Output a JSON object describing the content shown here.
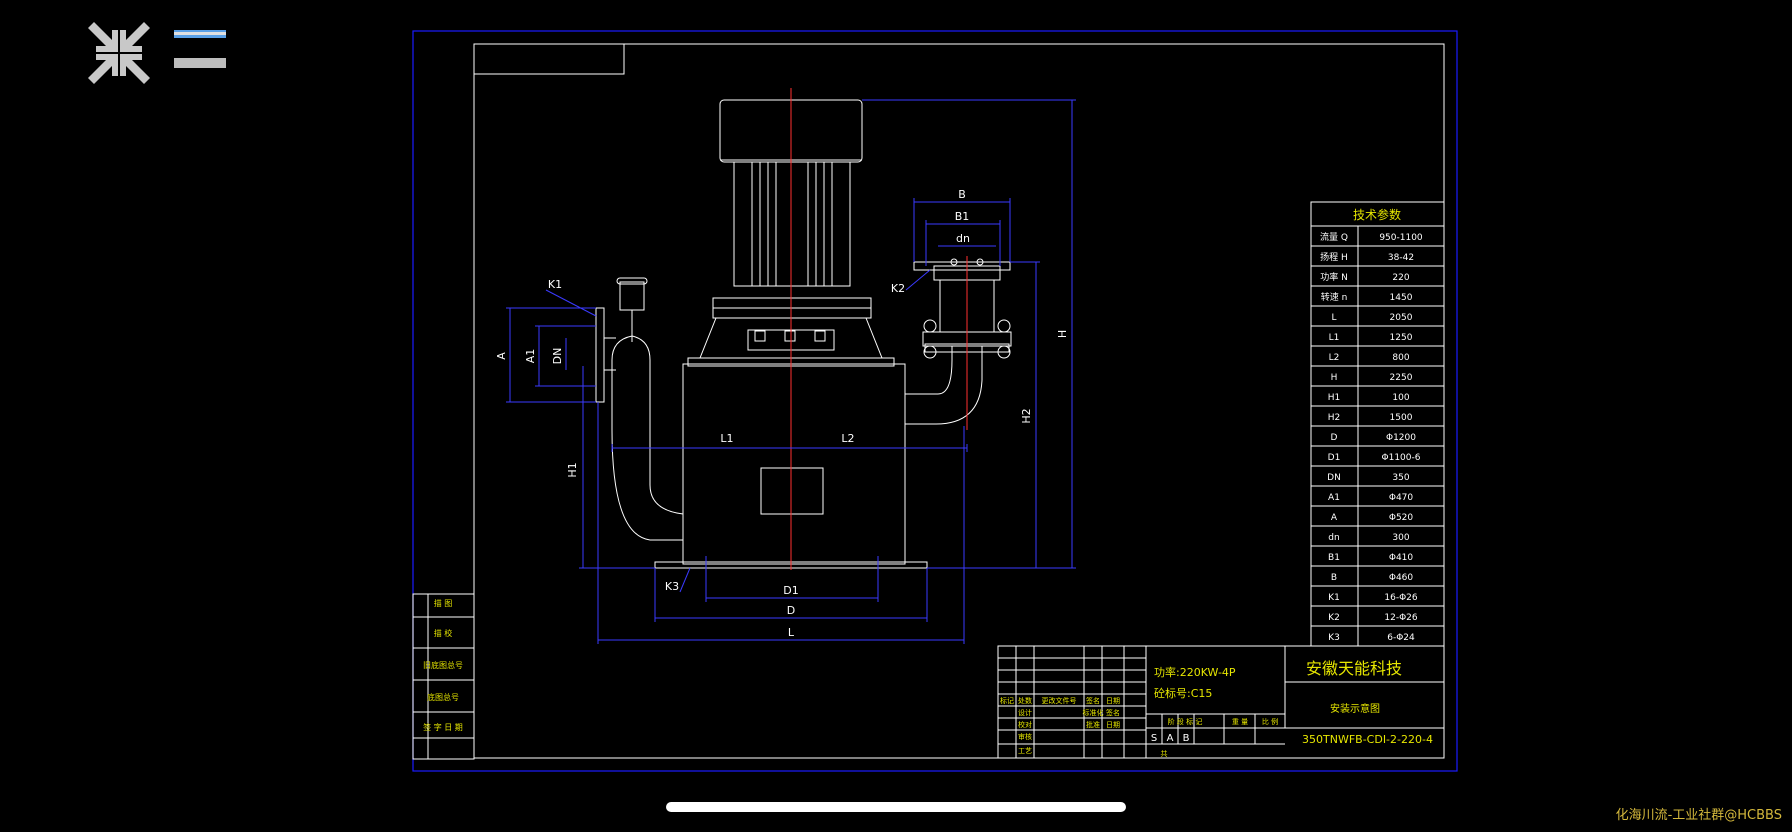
{
  "drawing": {
    "dims": {
      "B": "B",
      "B1": "B1",
      "dn": "dn",
      "K1": "K1",
      "K2": "K2",
      "K3": "K3",
      "A": "A",
      "A1": "A1",
      "DN": "DN",
      "H": "H",
      "H1": "H1",
      "H2": "H2",
      "L1": "L1",
      "L2": "L2",
      "D1": "D1",
      "D": "D",
      "L": "L"
    },
    "params_title": "技术参数",
    "params": [
      {
        "name": "流量 Q",
        "value": "950-1100"
      },
      {
        "name": "扬程 H",
        "value": "38-42"
      },
      {
        "name": "功率 N",
        "value": "220"
      },
      {
        "name": "转速 n",
        "value": "1450"
      },
      {
        "name": "L",
        "value": "2050"
      },
      {
        "name": "L1",
        "value": "1250"
      },
      {
        "name": "L2",
        "value": "800"
      },
      {
        "name": "H",
        "value": "2250"
      },
      {
        "name": "H1",
        "value": "100"
      },
      {
        "name": "H2",
        "value": "1500"
      },
      {
        "name": "D",
        "value": "Φ1200"
      },
      {
        "name": "D1",
        "value": "Φ1100-6"
      },
      {
        "name": "DN",
        "value": "350"
      },
      {
        "name": "A1",
        "value": "Φ470"
      },
      {
        "name": "A",
        "value": "Φ520"
      },
      {
        "name": "dn",
        "value": "300"
      },
      {
        "name": "B1",
        "value": "Φ410"
      },
      {
        "name": "B",
        "value": "Φ460"
      },
      {
        "name": "K1",
        "value": "16-Φ26"
      },
      {
        "name": "K2",
        "value": "12-Φ26"
      },
      {
        "name": "K3",
        "value": "6-Φ24"
      }
    ],
    "title_block": {
      "power_note": "功率:220KW-4P",
      "concrete_note": "砼标号:C15",
      "company": "安徽天能科技",
      "drawing_name": "安装示意图",
      "drawing_number": "350TNWFB-CDI-2-220-4",
      "stage_s": "S",
      "stage_a": "A",
      "stage_b": "B",
      "stage_header": "阶 段 标 记",
      "weight_header": "重 量",
      "scale_header": "比 例",
      "sheet_label": "共",
      "designer": "设计",
      "checker": "校对",
      "review": "审核",
      "process": "工艺",
      "standard": "标准化",
      "approve": "批准",
      "sign": "签名",
      "date": "日期",
      "mark": "标记",
      "count": "处数",
      "change_file": "更改文件号",
      "sign2": "签名",
      "date2": "日期"
    },
    "side_block": [
      "描 图",
      "描 校",
      "旧底图总号",
      "底图总号",
      "签 字 日 期"
    ]
  },
  "watermark": "化海川流-工业社群@HCBBS",
  "colors": {
    "frame_blue": "#1a1aff",
    "line_white": "#ffffff",
    "text_yellow": "#e6e600",
    "center_red": "#ff3030",
    "dim_blue": "#4040ff"
  }
}
